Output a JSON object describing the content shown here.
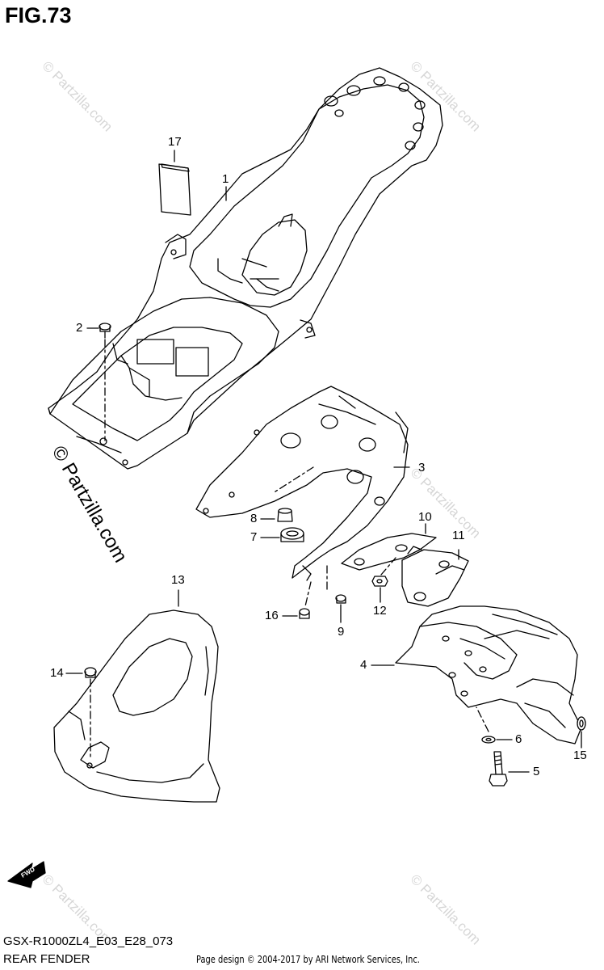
{
  "figure": {
    "title": "FIG.73"
  },
  "callouts": [
    "17",
    "1",
    "2",
    "3",
    "8",
    "7",
    "10",
    "11",
    "13",
    "16",
    "9",
    "12",
    "14",
    "4",
    "6",
    "15",
    "5"
  ],
  "watermark": {
    "text": "© Partzilla.com",
    "small_text": "© Partzilla.com"
  },
  "fwd_icon": {
    "label": "FWD"
  },
  "footer": {
    "model_code": "GSX-R1000ZL4_E03_E28_073",
    "section_name": "REAR FENDER",
    "credit": "Page design © 2004-2017 by ARI Network Services, Inc."
  }
}
